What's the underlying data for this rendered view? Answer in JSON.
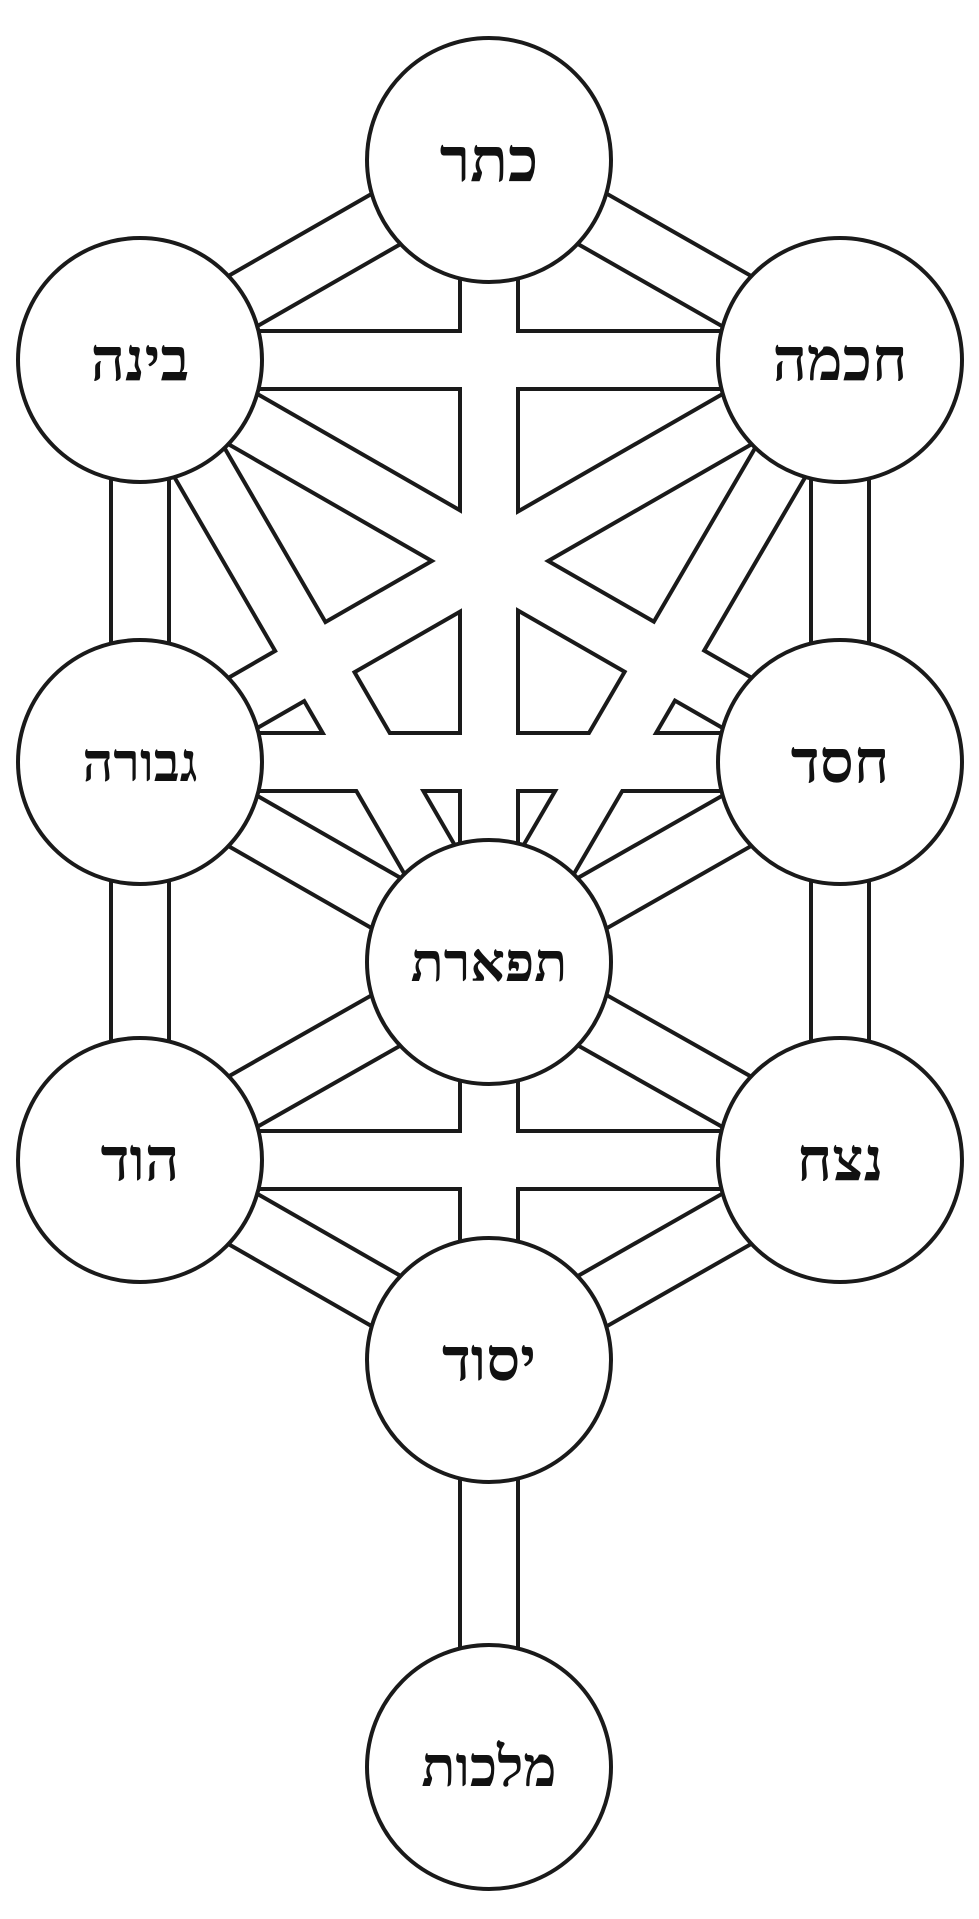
{
  "diagram": {
    "colors": {
      "stroke": "#1a1a1a",
      "fill": "#ffffff",
      "text": "#111111"
    },
    "sephirot": [
      {
        "id": "keter",
        "label": "כתר"
      },
      {
        "id": "chokhmah",
        "label": "חכמה"
      },
      {
        "id": "binah",
        "label": "בינה"
      },
      {
        "id": "chesed",
        "label": "חסד"
      },
      {
        "id": "gevurah",
        "label": "גבורה"
      },
      {
        "id": "tiferet",
        "label": "תפארת"
      },
      {
        "id": "netzach",
        "label": "נצח"
      },
      {
        "id": "hod",
        "label": "הוד"
      },
      {
        "id": "yesod",
        "label": "יסוד"
      },
      {
        "id": "malkhut",
        "label": "מלכות"
      }
    ],
    "paths": [
      [
        "keter",
        "chokhmah"
      ],
      [
        "keter",
        "binah"
      ],
      [
        "keter",
        "tiferet"
      ],
      [
        "chokhmah",
        "binah"
      ],
      [
        "chokhmah",
        "chesed"
      ],
      [
        "chokhmah",
        "tiferet"
      ],
      [
        "chokhmah",
        "gevurah"
      ],
      [
        "binah",
        "gevurah"
      ],
      [
        "binah",
        "tiferet"
      ],
      [
        "binah",
        "chesed"
      ],
      [
        "chesed",
        "gevurah"
      ],
      [
        "chesed",
        "tiferet"
      ],
      [
        "chesed",
        "netzach"
      ],
      [
        "gevurah",
        "tiferet"
      ],
      [
        "gevurah",
        "hod"
      ],
      [
        "tiferet",
        "netzach"
      ],
      [
        "tiferet",
        "hod"
      ],
      [
        "tiferet",
        "yesod"
      ],
      [
        "netzach",
        "hod"
      ],
      [
        "netzach",
        "yesod"
      ],
      [
        "hod",
        "yesod"
      ],
      [
        "yesod",
        "malkhut"
      ]
    ]
  }
}
